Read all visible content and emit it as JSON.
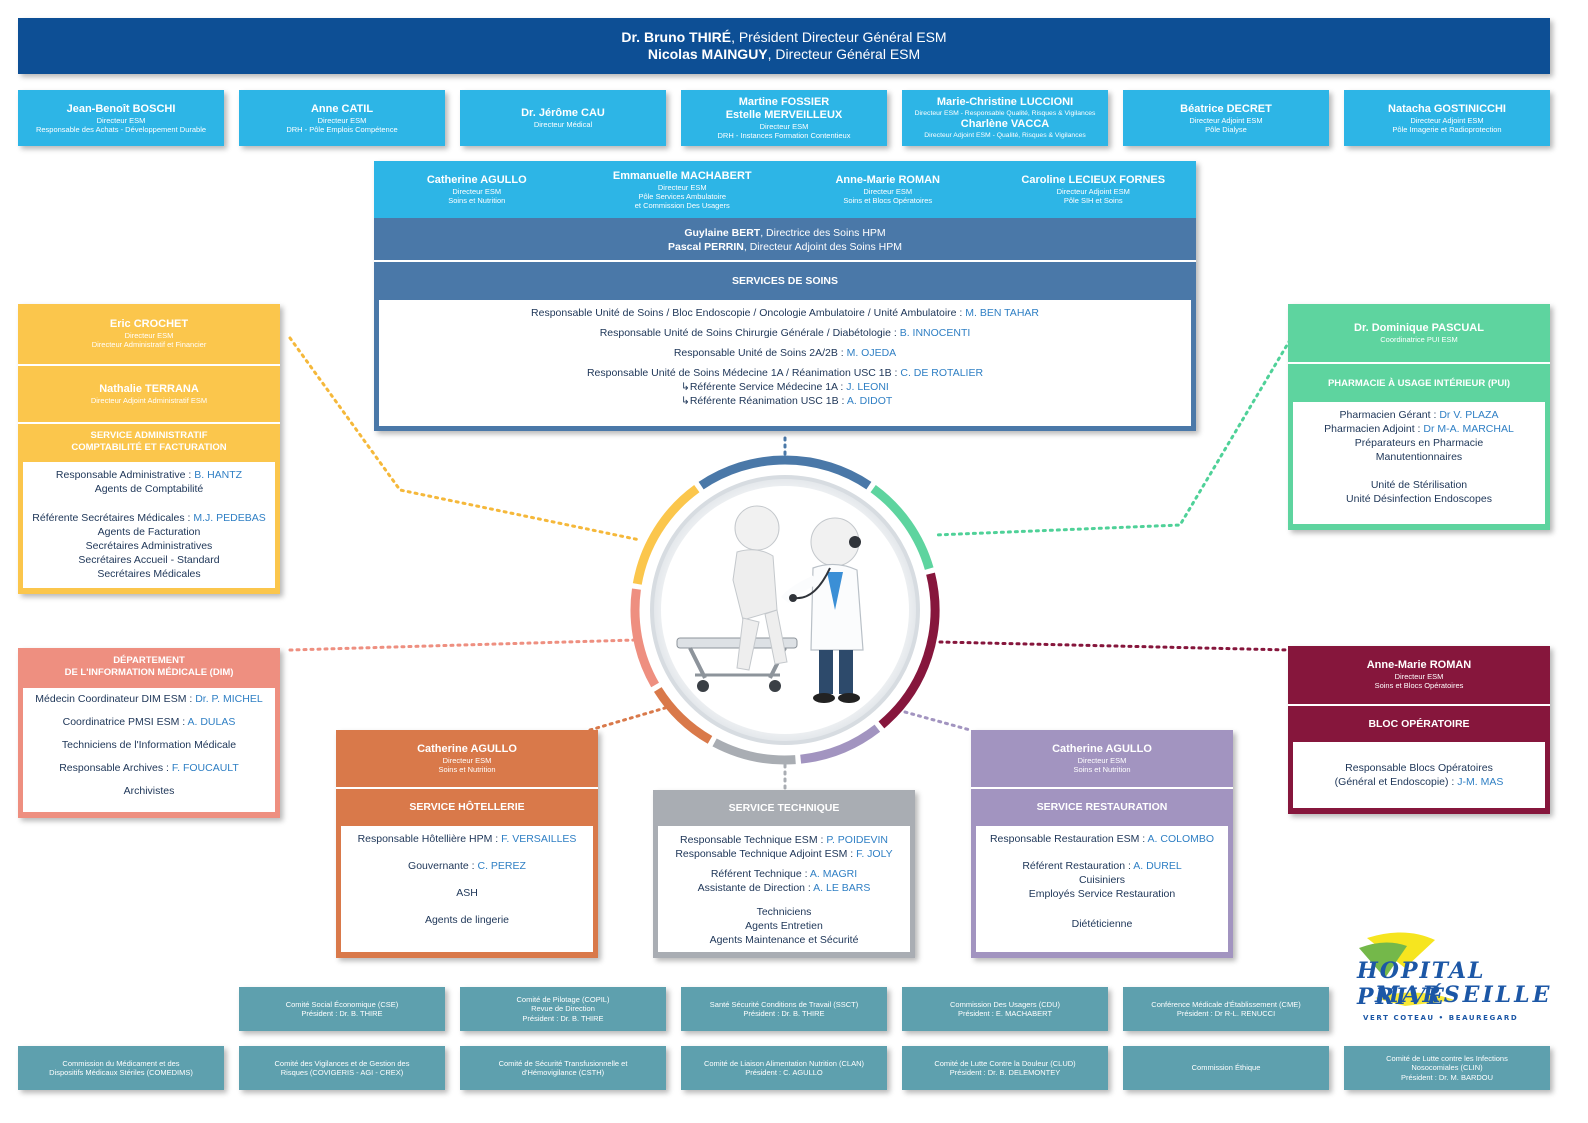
{
  "header": {
    "line1_name": "Dr. Bruno THIRÉ",
    "line1_role": ", Président Directeur Général ESM",
    "line2_name": "Nicolas MAINGUY",
    "line2_role": ", Directeur Général ESM"
  },
  "directors": [
    {
      "name": "Jean-Benoît BOSCHI",
      "l1": "Directeur ESM",
      "l2": "Responsable des Achats - Développement Durable"
    },
    {
      "name": "Anne CATIL",
      "l1": "Directeur ESM",
      "l2": "DRH - Pôle Emplois Compétence"
    },
    {
      "name": "Dr. Jérôme CAU",
      "l1": "Directeur Médical",
      "l2": ""
    },
    {
      "name": "Martine FOSSIER",
      "name2": "Estelle MERVEILLEUX",
      "l1": "Directeur ESM",
      "l2": "DRH - Instances Formation Contentieux"
    },
    {
      "name": "Marie-Christine LUCCIONI",
      "l1": "Directeur ESM - Responsable Qualité, Risques & Vigilances",
      "name2": "Charlène VACCA",
      "l2": "Directeur Adjoint ESM - Qualité, Risques & Vigilances"
    },
    {
      "name": "Béatrice DECRET",
      "l1": "Directeur Adjoint ESM",
      "l2": "Pôle Dialyse"
    },
    {
      "name": "Natacha GOSTINICCHI",
      "l1": "Directeur Adjoint ESM",
      "l2": "Pôle Imagerie et Radioprotection"
    }
  ],
  "soins_directors": [
    {
      "name": "Catherine AGULLO",
      "l1": "Directeur ESM",
      "l2": "Soins et Nutrition",
      "l3": ""
    },
    {
      "name": "Emmanuelle MACHABERT",
      "l1": "Directeur ESM",
      "l2": "Pôle Services Ambulatoire",
      "l3": "et Commission Des Usagers"
    },
    {
      "name": "Anne-Marie ROMAN",
      "l1": "Directeur ESM",
      "l2": "Soins et Blocs Opératoires",
      "l3": ""
    },
    {
      "name": "Caroline LECIEUX FORNES",
      "l1": "Directeur Adjoint ESM",
      "l2": "Pôle SIH et Soins",
      "l3": ""
    }
  ],
  "hpm": {
    "n1": "Guylaine BERT",
    "r1": ", Directrice des Soins HPM",
    "n2": "Pascal PERRIN",
    "r2": ", Directeur Adjoint des Soins HPM"
  },
  "services_soins": {
    "title": "SERVICES DE SOINS",
    "lines": [
      {
        "label": "Responsable Unité de Soins / Bloc Endoscopie / Oncologie Ambulatoire / Unité Ambulatoire :",
        "value": " M. BEN TAHAR"
      },
      {
        "label": "Responsable Unité de Soins Chirurgie Générale / Diabétologie :",
        "value": " B. INNOCENTI"
      },
      {
        "label": "Responsable Unité de Soins 2A/2B :",
        "value": " M. OJEDA"
      },
      {
        "label": "Responsable Unité de Soins Médecine 1A / Réanimation USC 1B :",
        "value": " C. DE ROTALIER"
      }
    ],
    "sub": [
      {
        "label": "Référente Service Médecine 1A :",
        "value": " J. LEONI"
      },
      {
        "label": "Référente Réanimation USC 1B :",
        "value": " A. DIDOT"
      }
    ]
  },
  "admin": {
    "p1_name": "Eric CROCHET",
    "p1_l1": "Directeur ESM",
    "p1_l2": "Directeur Administratif et Financier",
    "p2_name": "Nathalie TERRANA",
    "p2_l1": "Directeur Adjoint Administratif ESM",
    "title1": "SERVICE ADMINISTRATIF",
    "title2": "COMPTABILITÉ ET FACTURATION",
    "lines": [
      {
        "label": "Responsable Administrative :",
        "value": " B. HANTZ"
      },
      {
        "label": "Agents de Comptabilité",
        "value": ""
      },
      {
        "label": "",
        "value": ""
      },
      {
        "label": "Référente Secrétaires Médicales :",
        "value": " M.J. PEDEBAS"
      },
      {
        "label": "Agents de Facturation",
        "value": ""
      },
      {
        "label": "Secrétaires Administratives",
        "value": ""
      },
      {
        "label": "Secrétaires Accueil - Standard",
        "value": ""
      },
      {
        "label": "Secrétaires Médicales",
        "value": ""
      }
    ]
  },
  "pharma": {
    "name": "Dr. Dominique PASCUAL",
    "l1": "Coordinatrice PUI ESM",
    "title": "PHARMACIE À USAGE INTÉRIEUR (PUI)",
    "lines": [
      {
        "label": "Pharmacien Gérant :",
        "value": " Dr V. PLAZA"
      },
      {
        "label": "Pharmacien Adjoint :",
        "value": " Dr M-A. MARCHAL"
      },
      {
        "label": "Préparateurs en Pharmacie",
        "value": ""
      },
      {
        "label": "Manutentionnaires",
        "value": ""
      },
      {
        "label": "",
        "value": ""
      },
      {
        "label": "Unité de Stérilisation",
        "value": ""
      },
      {
        "label": "Unité Désinfection Endoscopes",
        "value": ""
      }
    ]
  },
  "dim": {
    "title1": "DÉPARTEMENT",
    "title2": "DE L'INFORMATION MÉDICALE (DIM)",
    "lines": [
      {
        "label": "Médecin Coordinateur DIM ESM :",
        "value": " Dr. P. MICHEL"
      },
      {
        "label": "Coordinatrice PMSI ESM :",
        "value": " A. DULAS"
      },
      {
        "label": "Techniciens de l'Information Médicale",
        "value": ""
      },
      {
        "label": "Responsable Archives :",
        "value": " F. FOUCAULT"
      },
      {
        "label": "Archivistes",
        "value": ""
      }
    ]
  },
  "bloc": {
    "name": "Anne-Marie ROMAN",
    "l1": "Directeur ESM",
    "l2": "Soins et Blocs Opératoires",
    "title": "BLOC OPÉRATOIRE",
    "lines": [
      {
        "label": "Responsable Blocs Opératoires",
        "value": ""
      },
      {
        "label": "(Général et Endoscopie) :",
        "value": " J-M. MAS"
      }
    ]
  },
  "hotel": {
    "name": "Catherine AGULLO",
    "l1": "Directeur ESM",
    "l2": "Soins et Nutrition",
    "title": "SERVICE HÔTELLERIE",
    "lines": [
      {
        "label": "Responsable Hôtellière HPM :",
        "value": " F. VERSAILLES"
      },
      {
        "label": "Gouvernante :",
        "value": " C. PEREZ"
      },
      {
        "label": "ASH",
        "value": ""
      },
      {
        "label": "Agents de lingerie",
        "value": ""
      }
    ]
  },
  "tech": {
    "title": "SERVICE TECHNIQUE",
    "lines": [
      {
        "label": "Responsable Technique ESM :",
        "value": " P. POIDEVIN"
      },
      {
        "label": "Responsable Technique Adjoint ESM :",
        "value": " F. JOLY"
      },
      {
        "label": "Référent Technique :",
        "value": " A. MAGRI"
      },
      {
        "label": "Assistante de Direction :",
        "value": " A. LE BARS"
      },
      {
        "label": "Techniciens",
        "value": ""
      },
      {
        "label": "Agents Entretien",
        "value": ""
      },
      {
        "label": "Agents Maintenance et Sécurité",
        "value": ""
      }
    ]
  },
  "resto": {
    "name": "Catherine AGULLO",
    "l1": "Directeur ESM",
    "l2": "Soins et Nutrition",
    "title": "SERVICE RESTAURATION",
    "lines": [
      {
        "label": "Responsable Restauration ESM :",
        "value": " A. COLOMBO"
      },
      {
        "label": "Référent Restauration :",
        "value": " A. DUREL"
      },
      {
        "label": "Cuisiniers",
        "value": ""
      },
      {
        "label": "Employés Service Restauration",
        "value": ""
      },
      {
        "label": "Diététicienne",
        "value": ""
      }
    ]
  },
  "committees_row1": [
    {
      "l1": "Comité Social Économique (CSE)",
      "l2": "Président : Dr. B. THIRE",
      "l3": ""
    },
    {
      "l1": "Comité de Pilotage (COPIL)",
      "l2": "Revue de Direction",
      "l3": "Président : Dr. B. THIRE"
    },
    {
      "l1": "Santé Sécurité Conditions de Travail (SSCT)",
      "l2": "Président : Dr. B. THIRE",
      "l3": ""
    },
    {
      "l1": "Commission Des Usagers (CDU)",
      "l2": "Président : E. MACHABERT",
      "l3": ""
    },
    {
      "l1": "Conférence Médicale d'Établissement (CME)",
      "l2": "Président : Dr R-L. RENUCCI",
      "l3": ""
    }
  ],
  "committees_row2": [
    {
      "l1": "Commission du Médicament et des",
      "l2": "Dispositifs Médicaux Stériles (COMEDIMS)",
      "l3": ""
    },
    {
      "l1": "Comité des Vigilances et de Gestion des",
      "l2": "Risques (COVIGERIS - AGI - CREX)",
      "l3": ""
    },
    {
      "l1": "Comité de Sécurité Transfusionnelle et",
      "l2": "d'Hémovigilance (CSTH)",
      "l3": ""
    },
    {
      "l1": "Comité de Liaison Alimentation Nutrition (CLAN)",
      "l2": "Président : C. AGULLO",
      "l3": ""
    },
    {
      "l1": "Comité de Lutte Contre la Douleur (CLUD)",
      "l2": "Président : Dr. B. DELEMONTEY",
      "l3": ""
    },
    {
      "l1": "Commission Éthique",
      "l2": "",
      "l3": ""
    },
    {
      "l1": "Comité de Lutte contre les Infections",
      "l2": "Nosocomiales (CLIN)",
      "l3": "Président : Dr. M. BARDOU"
    }
  ],
  "logo": {
    "line1": "HOPITAL PRIVÉ",
    "line2": "MARSEILLE",
    "line3": "VERT COTEAU • BEAUREGARD"
  },
  "colors": {
    "navy": "#0d4f95",
    "sky": "#2db5e6",
    "steel": "#4a78a8",
    "yellow": "#fbc64c",
    "green": "#5ed49f",
    "salmon": "#ee8f80",
    "burgundy": "#86163c",
    "orange": "#d9794a",
    "grey": "#a9adb3",
    "purple": "#a294c0",
    "teal": "#5ea0ae"
  }
}
